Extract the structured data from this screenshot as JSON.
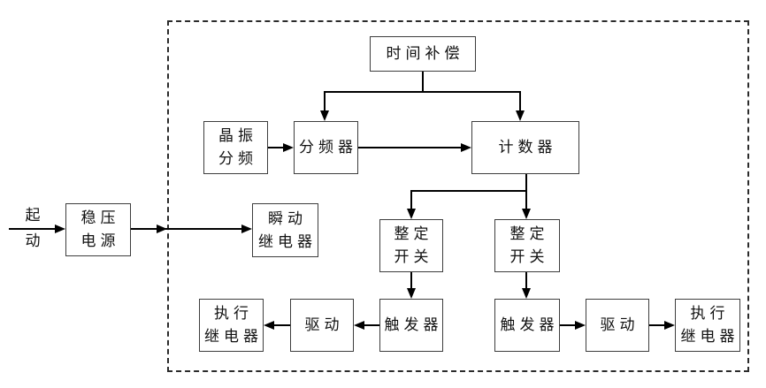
{
  "diagram_title": "digital-time-relay-block-diagram",
  "colors": {
    "line": "#000000",
    "box_border": "#3d3d3d",
    "background": "#ffffff",
    "text": "#111111"
  },
  "start_label": {
    "line1": "起",
    "line2": "动"
  },
  "boxes": {
    "time_compensation": {
      "label": "时间补偿"
    },
    "crystal_divider": {
      "line1": "晶振",
      "line2": "分频"
    },
    "frequency_divider": {
      "label": "分频器"
    },
    "counter": {
      "label": "计数器"
    },
    "regulated_power": {
      "line1": "稳压",
      "line2": "电源"
    },
    "instant_relay": {
      "line1": "瞬动",
      "line2": "继电器"
    },
    "setting_switch_left": {
      "line1": "整定",
      "line2": "开关"
    },
    "setting_switch_right": {
      "line1": "整定",
      "line2": "开关"
    },
    "trigger_left": {
      "label": "触发器"
    },
    "drive_left": {
      "label": "驱动"
    },
    "exec_relay_left": {
      "line1": "执行",
      "line2": "继电器"
    },
    "trigger_right": {
      "label": "触发器"
    },
    "drive_right": {
      "label": "驱动"
    },
    "exec_relay_right": {
      "line1": "执行",
      "line2": "继电器"
    }
  },
  "edges": [
    {
      "from": "start",
      "to": "regulated_power"
    },
    {
      "from": "regulated_power",
      "to": "instant_relay"
    },
    {
      "from": "crystal_divider",
      "to": "frequency_divider"
    },
    {
      "from": "frequency_divider",
      "to": "counter"
    },
    {
      "from": "time_compensation",
      "to": "frequency_divider"
    },
    {
      "from": "time_compensation",
      "to": "counter"
    },
    {
      "from": "counter",
      "to": "setting_switch_left"
    },
    {
      "from": "counter",
      "to": "setting_switch_right"
    },
    {
      "from": "setting_switch_left",
      "to": "trigger_left"
    },
    {
      "from": "setting_switch_right",
      "to": "trigger_right"
    },
    {
      "from": "trigger_left",
      "to": "drive_left"
    },
    {
      "from": "drive_left",
      "to": "exec_relay_left"
    },
    {
      "from": "trigger_right",
      "to": "drive_right"
    },
    {
      "from": "drive_right",
      "to": "exec_relay_right"
    }
  ]
}
